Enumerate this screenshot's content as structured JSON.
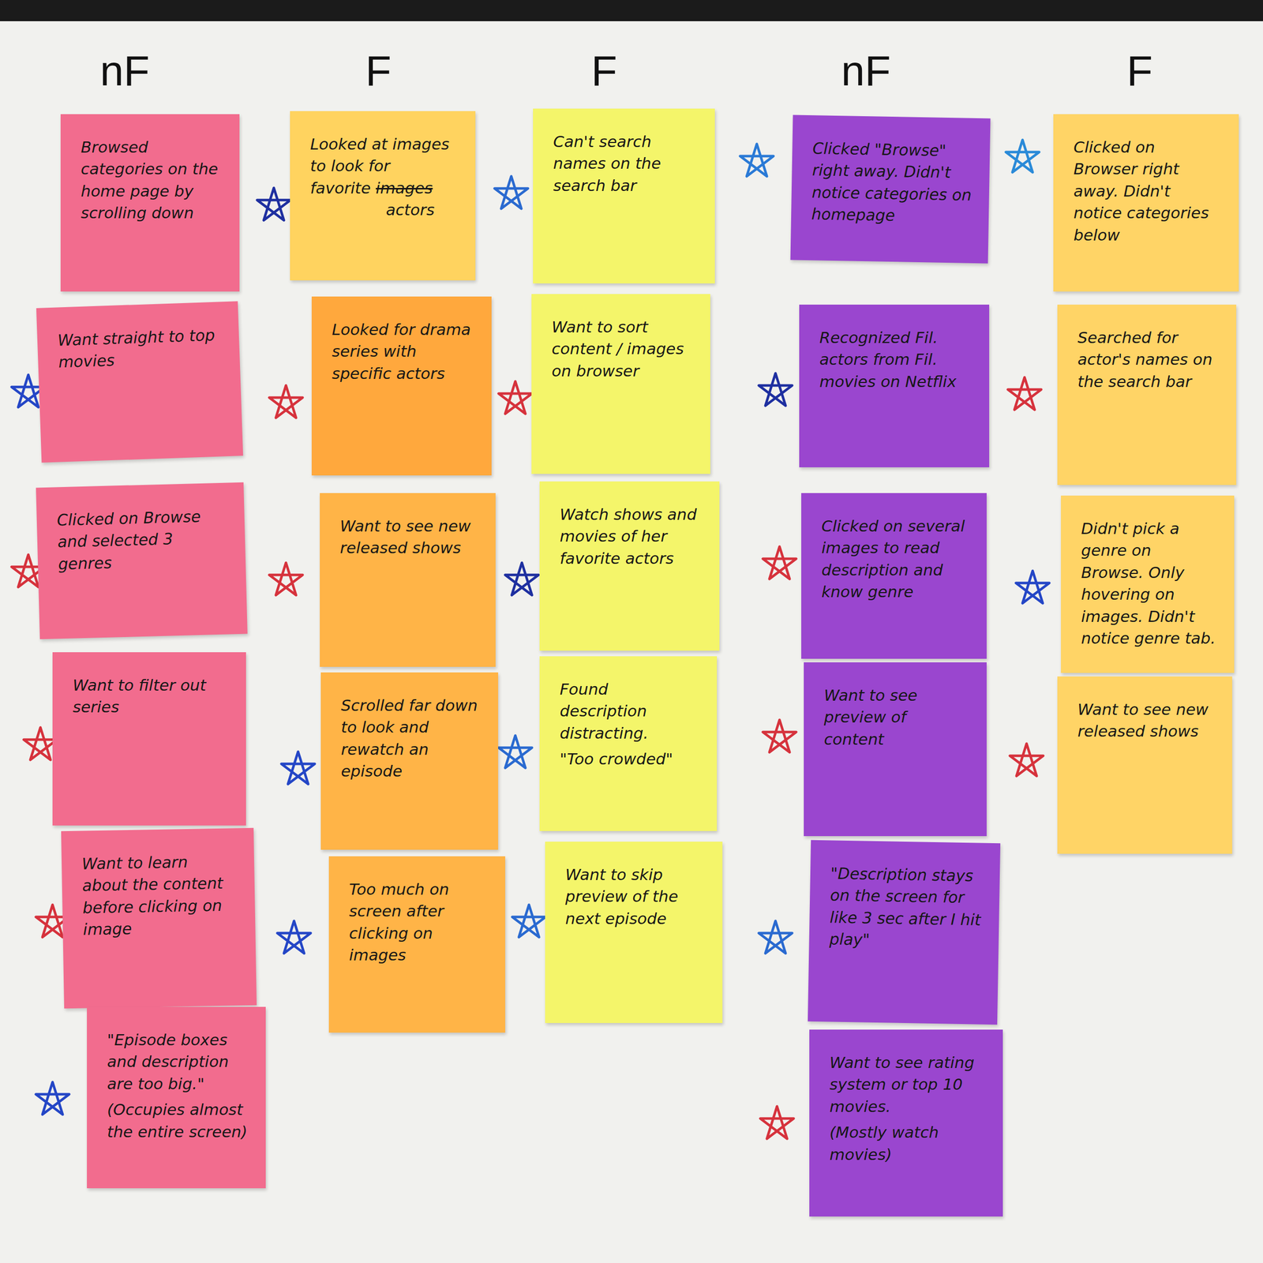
{
  "diagram": {
    "nodes": [
      {
        "text": [
          "Browsed categories on the home page by scrolling down"
        ]
      },
      {
        "text": [
          "Want straight to top movies"
        ]
      },
      {
        "text": [
          "Clicked on Browse and selected 3 genres"
        ]
      },
      {
        "text": [
          "Want to filter out series"
        ]
      },
      {
        "text": [
          "Want to learn about the content before clicking on image"
        ]
      },
      {
        "text": [
          "\"Episode boxes and description are too big.\"",
          "(Occupies almost the entire screen)"
        ]
      },
      {
        "text": [
          "Looked at images to look for favorite",
          "images",
          "actors"
        ]
      },
      {
        "text": [
          "Looked for drama series with specific actors"
        ]
      },
      {
        "text": [
          "Want to see new released shows"
        ]
      },
      {
        "text": [
          "Scrolled far down to look and rewatch an episode"
        ]
      },
      {
        "text": [
          "Too much on screen after clicking on images"
        ]
      },
      {
        "text": [
          "Can't search names on the search bar"
        ]
      },
      {
        "text": [
          "Want to sort content / images on browser"
        ]
      },
      {
        "text": [
          "Watch shows and movies of her favorite actors"
        ]
      },
      {
        "text": [
          "Found description distracting.",
          "\"Too crowded\""
        ]
      },
      {
        "text": [
          "Want to skip preview of the next episode"
        ]
      },
      {
        "text": [
          "Clicked \"Browse\" right away. Didn't notice categories on homepage"
        ]
      },
      {
        "text": [
          "Recognized Fil. actors from Fil. movies on Netflix"
        ]
      },
      {
        "text": [
          "Clicked on several images to read description and know genre"
        ]
      },
      {
        "text": [
          "Want to see preview of content"
        ]
      },
      {
        "text": [
          "\"Description stays on the screen for like 3 sec after I hit play\""
        ]
      },
      {
        "text": [
          "Want to see rating system or top 10 movies.",
          "(Mostly watch movies)"
        ]
      },
      {
        "text": [
          "Clicked on Browser right away. Didn't notice categories below"
        ]
      },
      {
        "text": [
          "Searched for actor's names on the search bar"
        ]
      },
      {
        "text": [
          "Didn't pick a genre on Browse. Only hovering on images. Didn't notice genre tab."
        ]
      },
      {
        "text": [
          "Want to see new released shows"
        ]
      }
    ],
    "labels": [
      "nF",
      "F",
      "F",
      "nF",
      "F"
    ]
  }
}
